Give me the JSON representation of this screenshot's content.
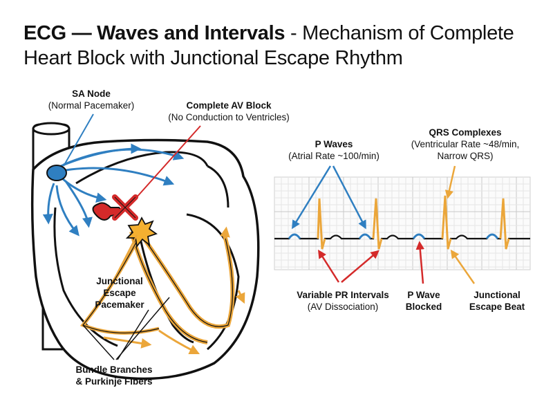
{
  "title": {
    "bold_part": "ECG — Waves and Intervals",
    "light_part": " - Mechanism of Complete Heart Block with Junctional Escape Rhythm"
  },
  "labels": {
    "sa_node": {
      "name": "SA Node",
      "desc": "(Normal Pacemaker)"
    },
    "av_block": {
      "name": "Complete AV Block",
      "desc": "(No Conduction to Ventricles)"
    },
    "junctional_pacemaker": {
      "line1": "Junctional",
      "line2": "Escape",
      "line3": "Pacemaker"
    },
    "bundle": {
      "line1": "Bundle Branches",
      "line2": "& Purkinje Fibers"
    },
    "p_waves": {
      "name": "P Waves",
      "desc": "(Atrial Rate ~100/min)"
    },
    "qrs": {
      "name": "QRS Complexes",
      "desc1": "(Ventricular Rate ~48/min,",
      "desc2": "Narrow QRS)"
    },
    "pr_intervals": {
      "name": "Variable PR Intervals",
      "desc": "(AV Dissociation)"
    },
    "p_blocked": {
      "line1": "P Wave",
      "line2": "Blocked"
    },
    "escape_beat": {
      "line1": "Junctional",
      "line2": "Escape Beat"
    }
  },
  "colors": {
    "atrial_blue": "#2f7fc1",
    "block_red": "#d42a2a",
    "ventricular_orange": "#eba63a",
    "outline": "#111111",
    "grid": "#dcdcdc"
  }
}
